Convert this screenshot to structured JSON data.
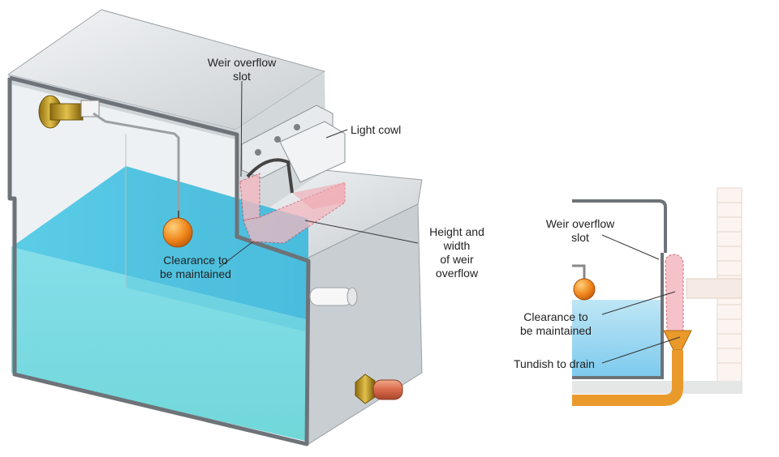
{
  "left_diagram": {
    "labels": {
      "weir_line1": "Weir overflow",
      "weir_line2": "slot",
      "cowl": "Light cowl",
      "hw_line1": "Height and",
      "hw_line2": "width",
      "hw_line3": "of weir",
      "hw_line4": "overflow",
      "clear_line1": "Clearance to",
      "clear_line2": "be maintained"
    }
  },
  "right_diagram": {
    "labels": {
      "weir_line1": "Weir overflow",
      "weir_line2": "slot",
      "clear_line1": "Clearance to",
      "clear_line2": "be maintained",
      "tundish": "Tundish to drain"
    }
  },
  "colors": {
    "water_light": "#8fe6ef",
    "water_dark": "#4fc3df",
    "tank_metal": "#dfe3e6",
    "float": "#f08a1c",
    "pipe_orange": "#e99a2b",
    "overflow_pink": "#f4b8c0"
  }
}
